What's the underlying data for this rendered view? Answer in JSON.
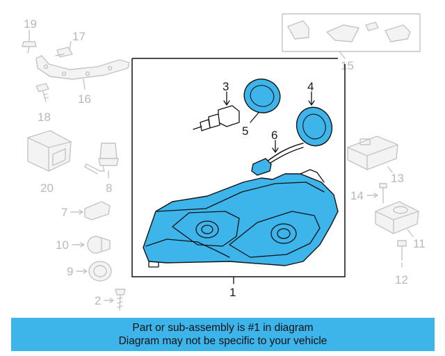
{
  "callouts": {
    "c1": "1",
    "c2": "2",
    "c3": "3",
    "c4": "4",
    "c5": "5",
    "c6": "6",
    "c7": "7",
    "c8": "8",
    "c9": "9",
    "c10": "10",
    "c11": "11",
    "c12": "12",
    "c13": "13",
    "c14": "14",
    "c15": "15",
    "c16": "16",
    "c17": "17",
    "c18": "18",
    "c19": "19",
    "c20": "20"
  },
  "banner": {
    "line1": "Part or sub-assembly is #1 in diagram",
    "line2": "Diagram may not be specific to your vehicle"
  },
  "colors": {
    "highlight": "#3db4ea",
    "ghost_line": "#c4c4c4",
    "outline": "#111111"
  }
}
